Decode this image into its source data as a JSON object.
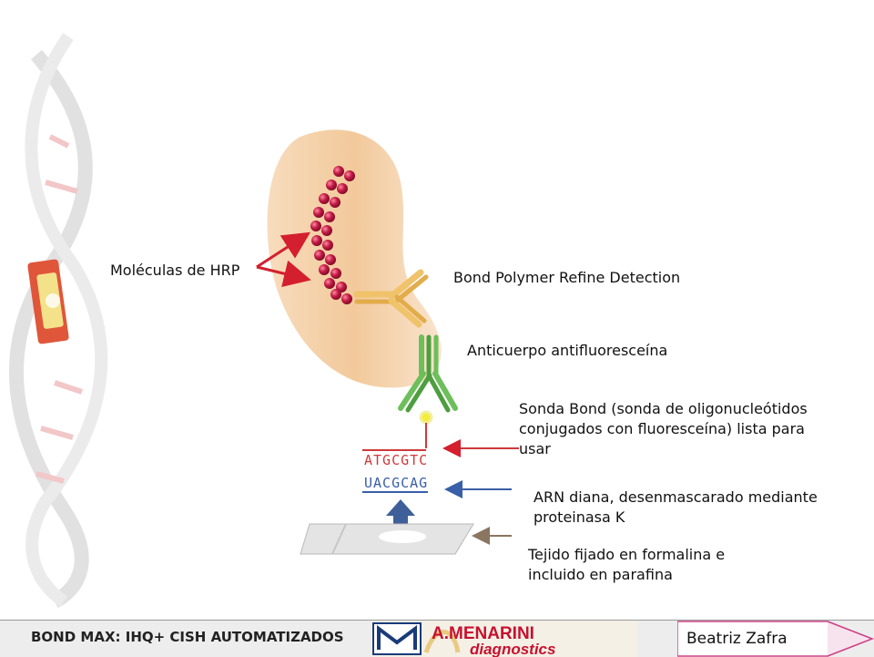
{
  "labels": {
    "hrp": "Moléculas de HRP",
    "polymer": "Bond Polymer Refine Detection",
    "antibody": "Anticuerpo antifluoresceína",
    "probe": "Sonda Bond (sonda de oligonucleótidos\nconjugados con fluoresceína) lista para\nusar",
    "rna": "ARN diana, desenmascarado mediante\nproteinasa K",
    "tissue": "Tejido fijado en formalina e\n incluido en parafina"
  },
  "sequences": {
    "probe": "ATGCGTC",
    "target": "UACGCAG"
  },
  "footer": {
    "title": "BOND MAX: IHQ+ CISH AUTOMATIZADOS",
    "logo_text_top": "A.MENARINI",
    "logo_text_bottom": "diagnostics",
    "author": "Beatriz Zafra"
  },
  "colors": {
    "blob": "#f2c99b",
    "hrp_bead": "#b0153c",
    "hrp_arrow": "#d41f2e",
    "polymer_antibody": "#f0c26a",
    "anti_fluor_antibody": "#6cbf5a",
    "fluorescein": "#f5ec3a",
    "probe_text": "#cf3a3a",
    "target_text": "#3a5fa8",
    "up_arrow": "#3f5f99",
    "tissue_arrow": "#8a7560",
    "logo_red": "#c8102e",
    "logo_blue": "#1a3b7a"
  },
  "icons": [
    "dna-helix-icon",
    "document-icon",
    "menarini-logo-icon"
  ]
}
